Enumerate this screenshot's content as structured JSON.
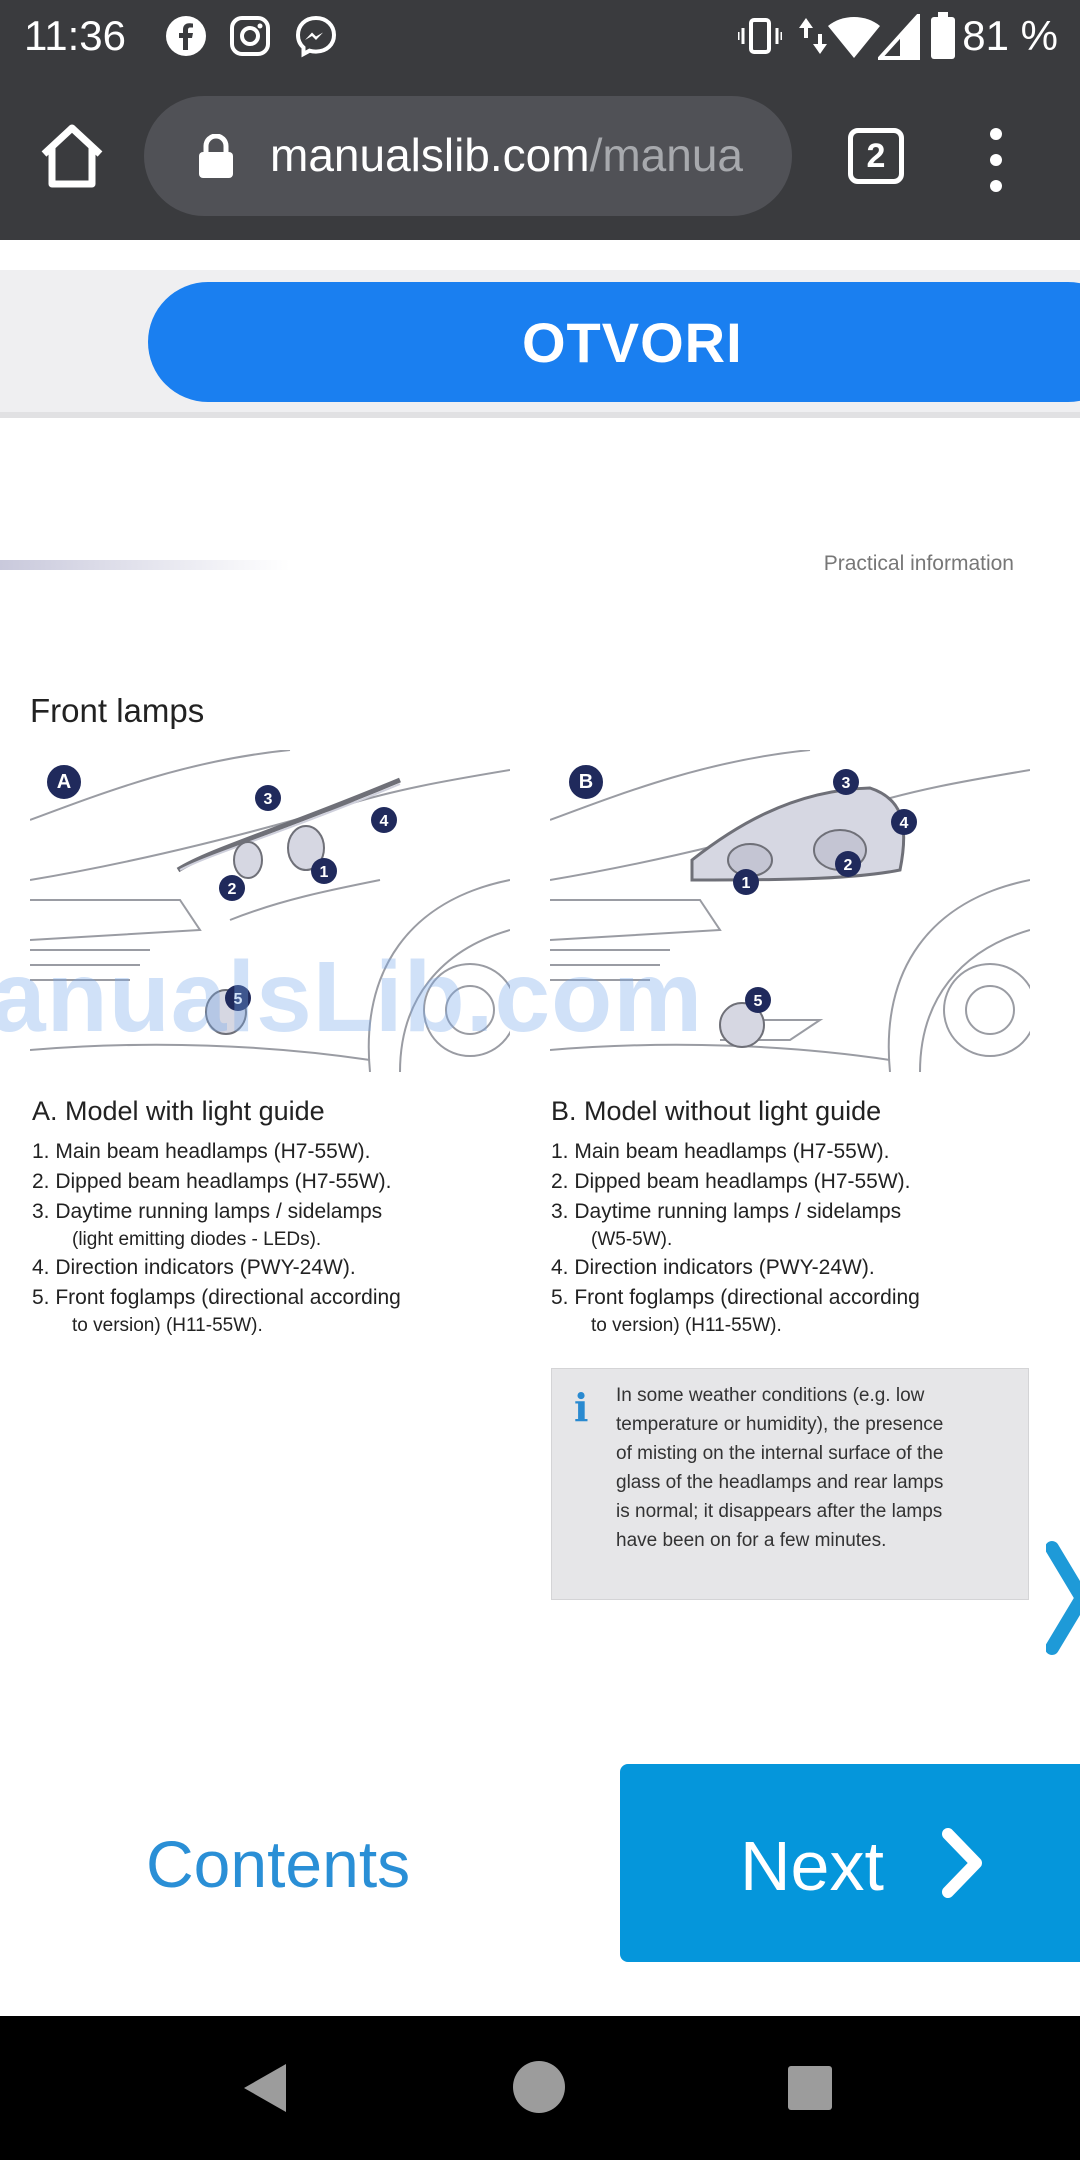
{
  "status_bar": {
    "time": "11:36",
    "battery": "81 %",
    "apps": [
      "facebook-icon",
      "instagram-icon",
      "messenger-icon"
    ]
  },
  "browser": {
    "url_host": "manualslib.com",
    "url_rest": "/manua",
    "tab_count": "2"
  },
  "banner": {
    "open_label": "OTVORI"
  },
  "document": {
    "section_label": "Practical information",
    "title": "Front lamps",
    "watermark": "anualsLib.com",
    "illustration_a_badge": "A",
    "illustration_b_badge": "B",
    "model_a": {
      "heading": "A. Model with light guide",
      "items": [
        "1.    Main beam headlamps (H7-55W).",
        "2. Dipped beam headlamps (H7-55W).",
        "3. Daytime running lamps / sidelamps",
        "(light emitting diodes - LEDs).",
        "4. Direction indicators (PWY-24W).",
        "5. Front foglamps (directional according",
        "to version) (H11-55W)."
      ]
    },
    "model_b": {
      "heading": "B. Model without light guide",
      "items": [
        "1.    Main beam headlamps (H7-55W).",
        "2. Dipped beam headlamps (H7-55W).",
        "3. Daytime running lamps / sidelamps",
        "(W5-5W).",
        "4. Direction indicators (PWY-24W).",
        "5. Front foglamps (directional according",
        "to version) (H11-55W)."
      ]
    },
    "info_note": {
      "icon": "i",
      "lines": [
        "In some weather conditions (e.g. low",
        "temperature or humidity), the presence",
        "of misting on the internal surface of the",
        "glass of the headlamps and rear lamps",
        "is normal; it disappears after the lamps",
        "have been on for a few minutes."
      ]
    }
  },
  "navigation": {
    "contents_label": "Contents",
    "next_label": "Next"
  },
  "colors": {
    "chrome": "#3a3b3e",
    "banner_button": "#1a7ff0",
    "next_button": "#0596db",
    "link": "#2a8fd6"
  }
}
